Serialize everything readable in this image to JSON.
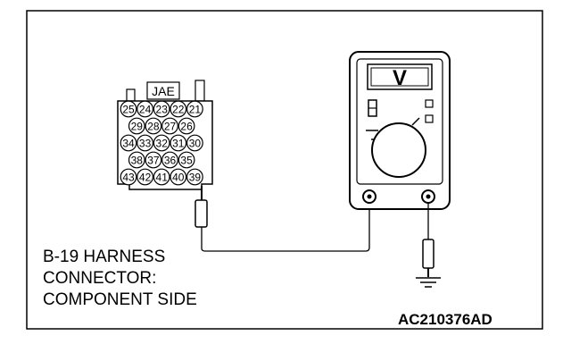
{
  "connector": {
    "label": "JAE",
    "rows": [
      [
        "25",
        "24",
        "23",
        "22",
        "21"
      ],
      [
        "29",
        "28",
        "27",
        "26"
      ],
      [
        "34",
        "33",
        "32",
        "31",
        "30"
      ],
      [
        "38",
        "37",
        "36",
        "35"
      ],
      [
        "43",
        "42",
        "41",
        "40",
        "39"
      ]
    ]
  },
  "meter": {
    "unit_symbol": "V"
  },
  "caption": {
    "line1": "B-19 HARNESS",
    "line2": "CONNECTOR:",
    "line3": "COMPONENT SIDE"
  },
  "figure_id": "AC210376AD",
  "colors": {
    "line": "#000000",
    "background": "#ffffff"
  }
}
